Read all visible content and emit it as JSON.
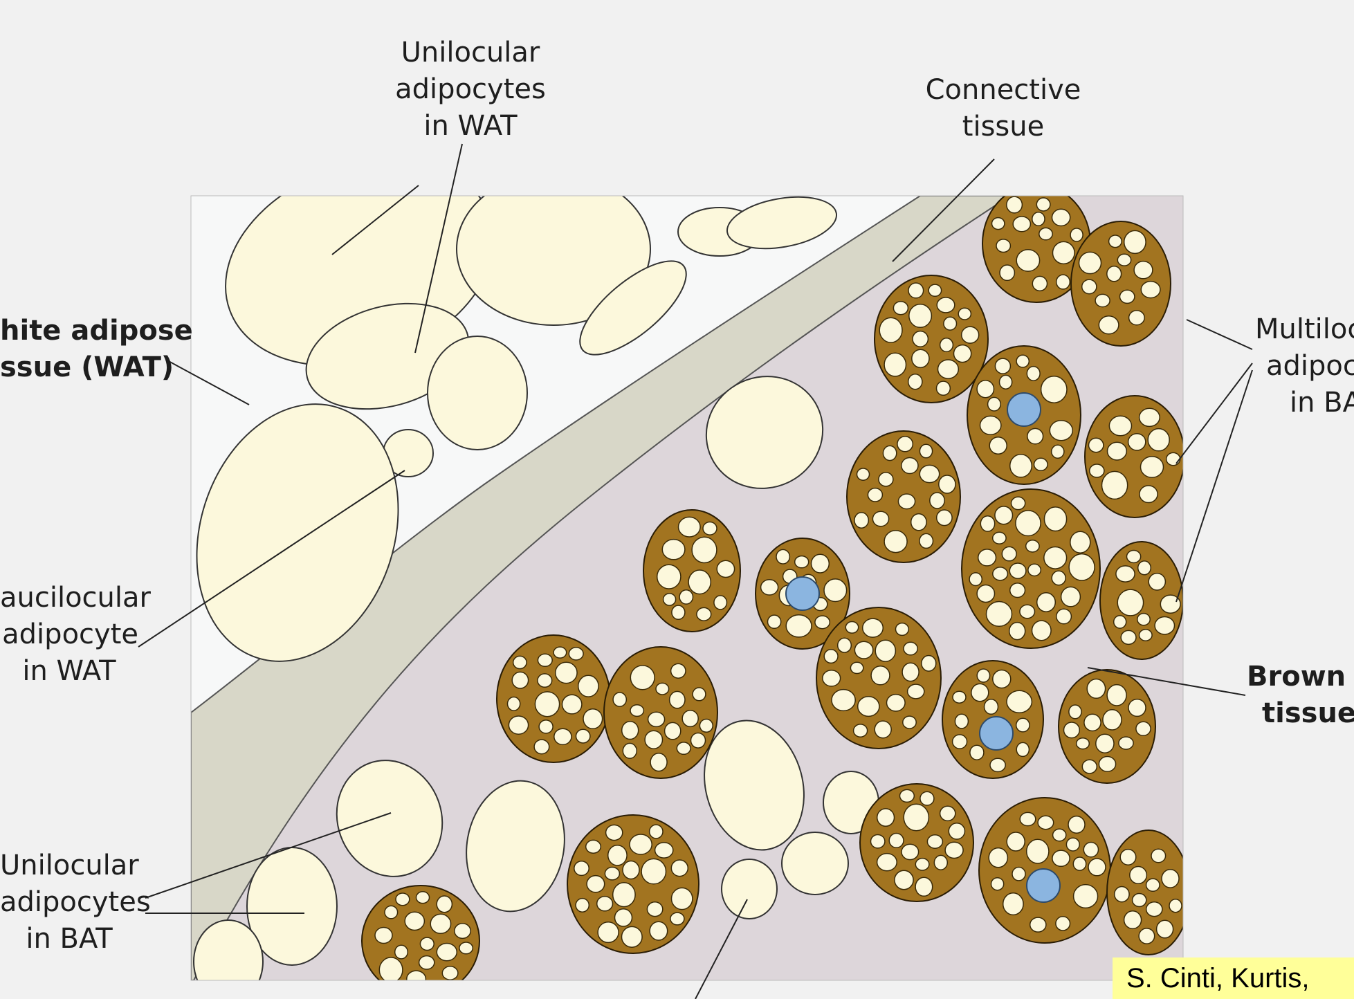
{
  "labels": {
    "unilocular_wat": [
      "Unilocular",
      "adipocytes",
      "in WAT"
    ],
    "connective": [
      "Connective",
      "tissue"
    ],
    "wat": [
      "hite adipose",
      "ssue (WAT)"
    ],
    "paucilocular": [
      "aucilocular",
      "adipocyte",
      "in WAT"
    ],
    "unilocular_bat": [
      "Unilocular",
      "adipocytes",
      "in BAT"
    ],
    "multilocular": [
      "Multiloc",
      "adipocy",
      "in BA"
    ],
    "brown": [
      "Brown ad",
      "tissue ("
    ]
  },
  "credit": "S. Cinti, Kurtis,",
  "colors": {
    "page": "#f1f1f1",
    "wat_background": "#f7f8f8",
    "bat_background": "#ddd6da",
    "connective_tissue": "#d8d7c8",
    "lipid_droplet": "#fcf8dc",
    "brown_cytoplasm": "#a27420",
    "nucleus": "#8bb5e0",
    "cell_rim": "#c9cfd6",
    "credit_background": "#ffff99"
  }
}
